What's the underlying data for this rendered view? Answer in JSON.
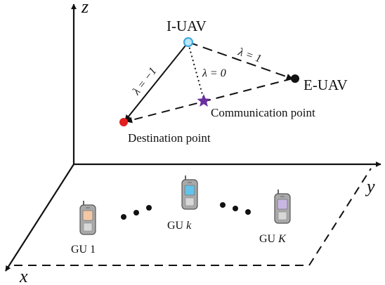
{
  "axes": {
    "x": "x",
    "y": "y",
    "z": "z"
  },
  "nodes": {
    "iuav": "I-UAV",
    "euav": "E-UAV",
    "communication_point": "Communication point",
    "destination_point": "Destination point"
  },
  "lambda_labels": {
    "to_destination": "λ = −1",
    "to_communication": "λ = 0",
    "to_euav": "λ = 1"
  },
  "ground_users": [
    {
      "prefix": "GU",
      "index": "1"
    },
    {
      "prefix": "GU",
      "index": "k"
    },
    {
      "prefix": "GU",
      "index": "K"
    }
  ],
  "colors": {
    "iuav_node": "#3aa6dd",
    "euav_node": "#111111",
    "communication_star": "#6a2f9e",
    "destination_node": "#e02020",
    "phone_body": "#a9a9a9",
    "phone_screen_left": "#f2c7a5",
    "phone_screen_mid": "#63c3ea",
    "phone_screen_right": "#c9b7e3"
  },
  "icons": [
    "phone-icon",
    "ellipsis-dots"
  ]
}
